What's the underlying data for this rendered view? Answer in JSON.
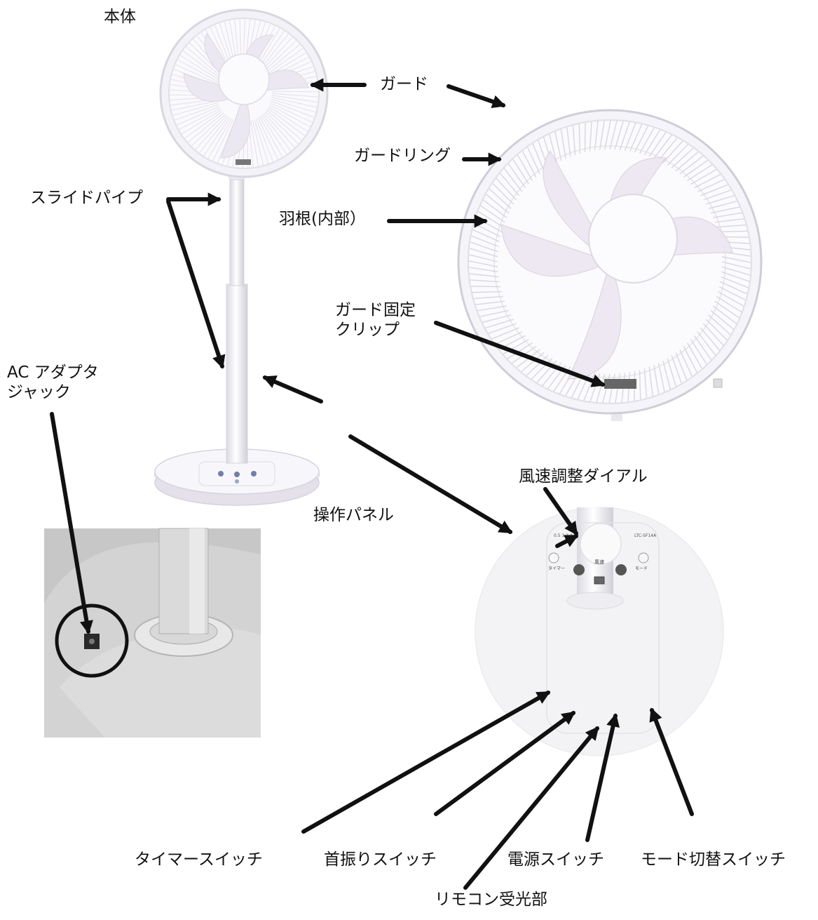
{
  "labels": {
    "main_body": "本体",
    "guard": "ガード",
    "guard_ring": "ガードリング",
    "slide_pipe": "スライドパイプ",
    "blades": "羽根(内部）",
    "guard_clip_line1": "ガード固定",
    "guard_clip_line2": "クリップ",
    "ac_jack_line1": "AC アダプタ",
    "ac_jack_line2": "ジャック",
    "control_panel": "操作パネル",
    "speed_dial": "風速調整ダイアル",
    "timer_switch": "タイマースイッチ",
    "swing_switch": "首振りスイッチ",
    "power_switch": "電源スイッチ",
    "mode_switch": "モード切替スイッチ",
    "remote_receiver": "リモコン受光部"
  },
  "panel_texts": {
    "timer": "タイマー",
    "wind_speed": "風速",
    "mode": "モード",
    "speed_numbers": "0.5 1 2 4",
    "model": "LTC-SF14A"
  }
}
